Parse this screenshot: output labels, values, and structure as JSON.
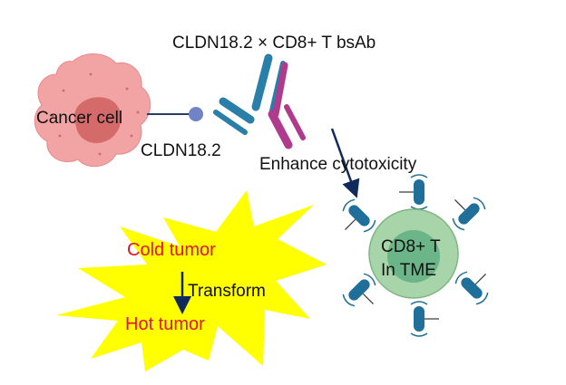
{
  "title": "CLDN18.2 × CD8+ T bsAb",
  "cancer_cell_label": "Cancer cell",
  "target_label": "CLDN18.2",
  "effect_label": "Enhance cytotoxicity",
  "t_cell_label_line1": "CD8+ T",
  "t_cell_label_line2": "In TME",
  "cold_label": "Cold tumor",
  "transform_label": "Transform",
  "hot_label": "Hot tumor",
  "colors": {
    "cancer_cell": "#f2a3a3",
    "cancer_nucleus": "#d46a6a",
    "antibody_arm_blue": "#2a7fa8",
    "antibody_arm_magenta": "#b03a8c",
    "tcr_receptor": "#1f6f9a",
    "t_cell_outer": "#a7d5a9",
    "t_cell_inner": "#6bb588",
    "arrow": "#102a5c",
    "starburst": "#ffff00",
    "tumor_text": "#e8102a"
  }
}
